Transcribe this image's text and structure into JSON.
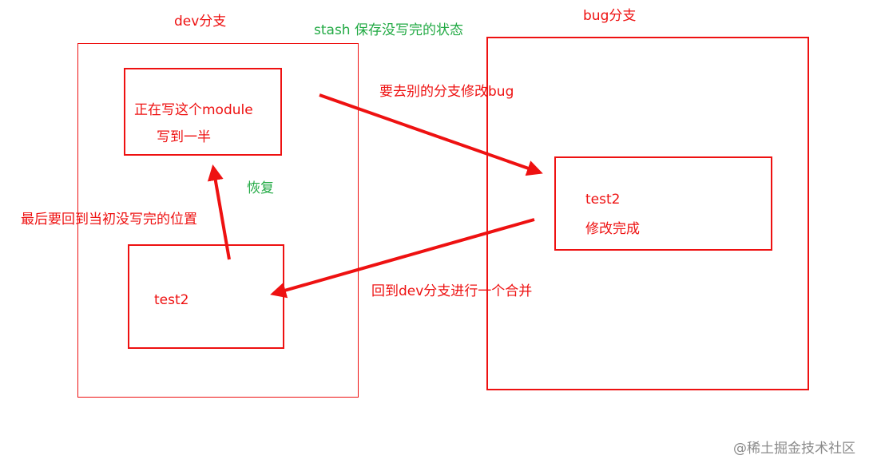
{
  "colors": {
    "red": "#ee1111",
    "green": "#22aa44",
    "watermark": "#8a8a8a"
  },
  "labels": {
    "dev_branch": "dev分支",
    "stash_note": "stash 保存没写完的状态",
    "bug_branch": "bug分支",
    "writing_module": "正在写这个module",
    "half_written": "写到一半",
    "go_fix_bug": "要去别的分支修改bug",
    "restore": "恢复",
    "return_to_position": "最后要回到当初没写完的位置",
    "dev_test2": "test2",
    "bug_test2": "test2",
    "fix_done": "修改完成",
    "merge_back": "回到dev分支进行一个合并",
    "watermark": "@稀土掘金技术社区"
  }
}
